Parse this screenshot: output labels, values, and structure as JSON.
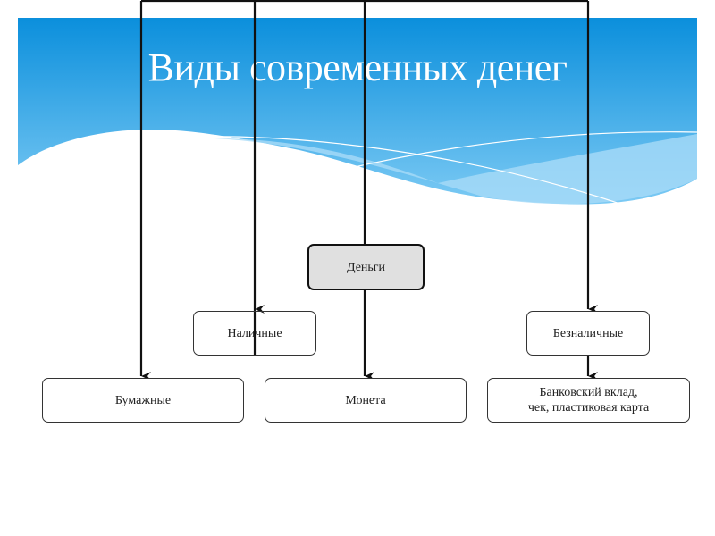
{
  "slide": {
    "title": "Виды современных денег",
    "accent_color": "#0b93dd"
  },
  "diagram": {
    "root": "Деньги",
    "cash": "Наличные",
    "non_cash": "Безналичные",
    "paper": "Бумажные",
    "coin": "Монета",
    "bank_line1": "Банковский вклад,",
    "bank_line2": "чек, пластиковая карта"
  }
}
